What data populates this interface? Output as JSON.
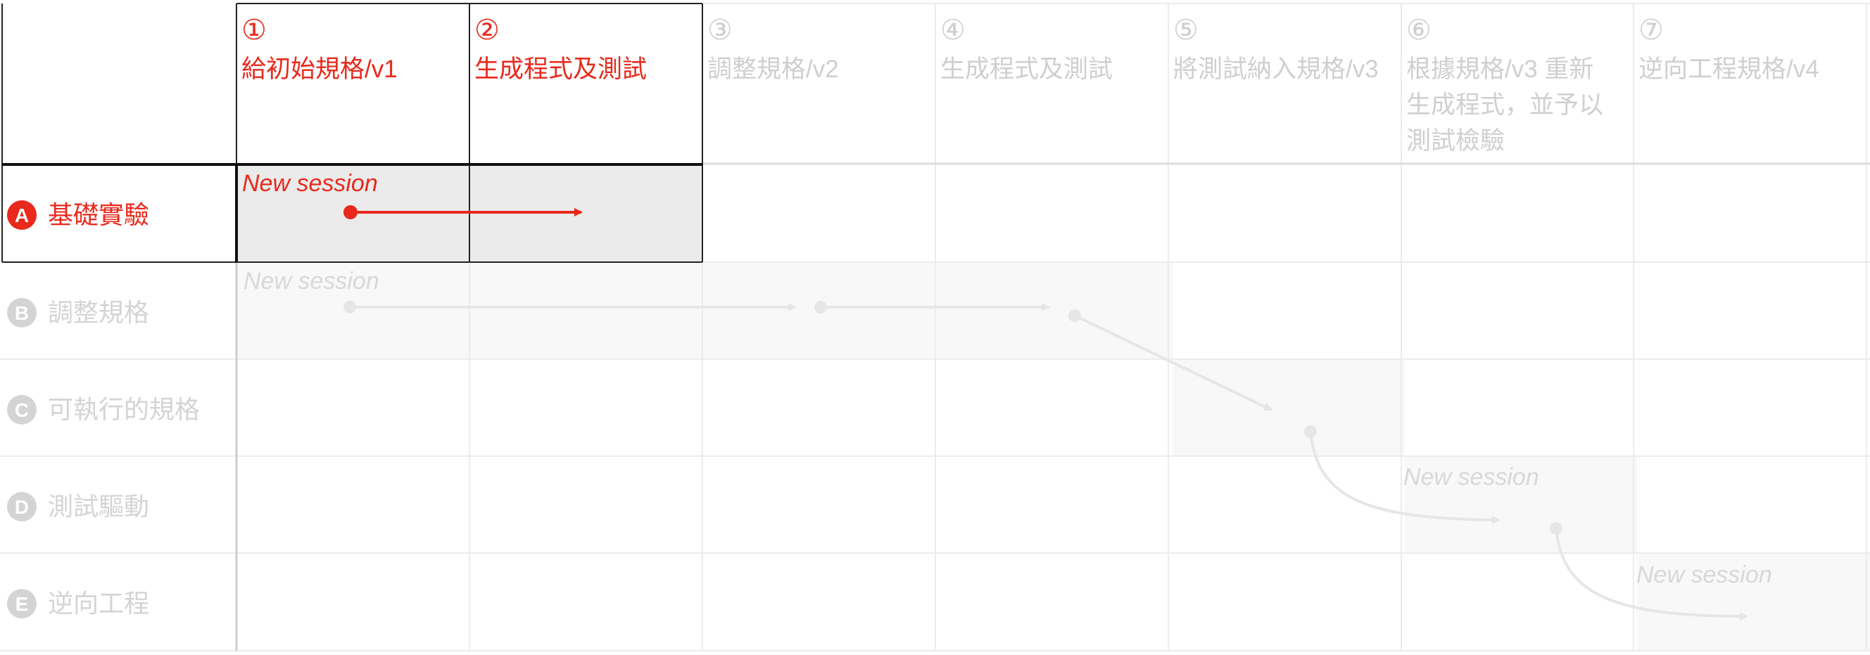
{
  "colors": {
    "active": "#e8291c",
    "inactive_text": "#cfcfcf",
    "inactive_line": "#e6e6e6",
    "grid_light": "#ececec",
    "grid_dark": "#222222",
    "active_fill": "#ebebeb",
    "inactive_fill": "#f8f8f8"
  },
  "steps": [
    {
      "number": "①",
      "label_lines": [
        "給初始規格/v1"
      ],
      "active": true
    },
    {
      "number": "②",
      "label_lines": [
        "生成程式及測試"
      ],
      "active": true
    },
    {
      "number": "③",
      "label_lines": [
        "調整規格/v2"
      ],
      "active": false
    },
    {
      "number": "④",
      "label_lines": [
        "生成程式及測試"
      ],
      "active": false
    },
    {
      "number": "⑤",
      "label_lines": [
        "將測試納入規格/v3"
      ],
      "active": false
    },
    {
      "number": "⑥",
      "label_lines": [
        "根據規格/v3 重新",
        "生成程式，並予以",
        "測試檢驗"
      ],
      "active": false
    },
    {
      "number": "⑦",
      "label_lines": [
        "逆向工程規格/v4"
      ],
      "active": false
    }
  ],
  "approaches": [
    {
      "badge": "A",
      "label": "基礎實驗",
      "active": true
    },
    {
      "badge": "B",
      "label": "調整規格",
      "active": false
    },
    {
      "badge": "C",
      "label": "可執行的規格",
      "active": false
    },
    {
      "badge": "D",
      "label": "測試驅動",
      "active": false
    },
    {
      "badge": "E",
      "label": "逆向工程",
      "active": false
    }
  ],
  "sessions": [
    {
      "label": "New session",
      "active": true
    },
    {
      "label": "New session",
      "active": false
    },
    {
      "label": "New session",
      "active": false
    },
    {
      "label": "New session",
      "active": false
    }
  ]
}
